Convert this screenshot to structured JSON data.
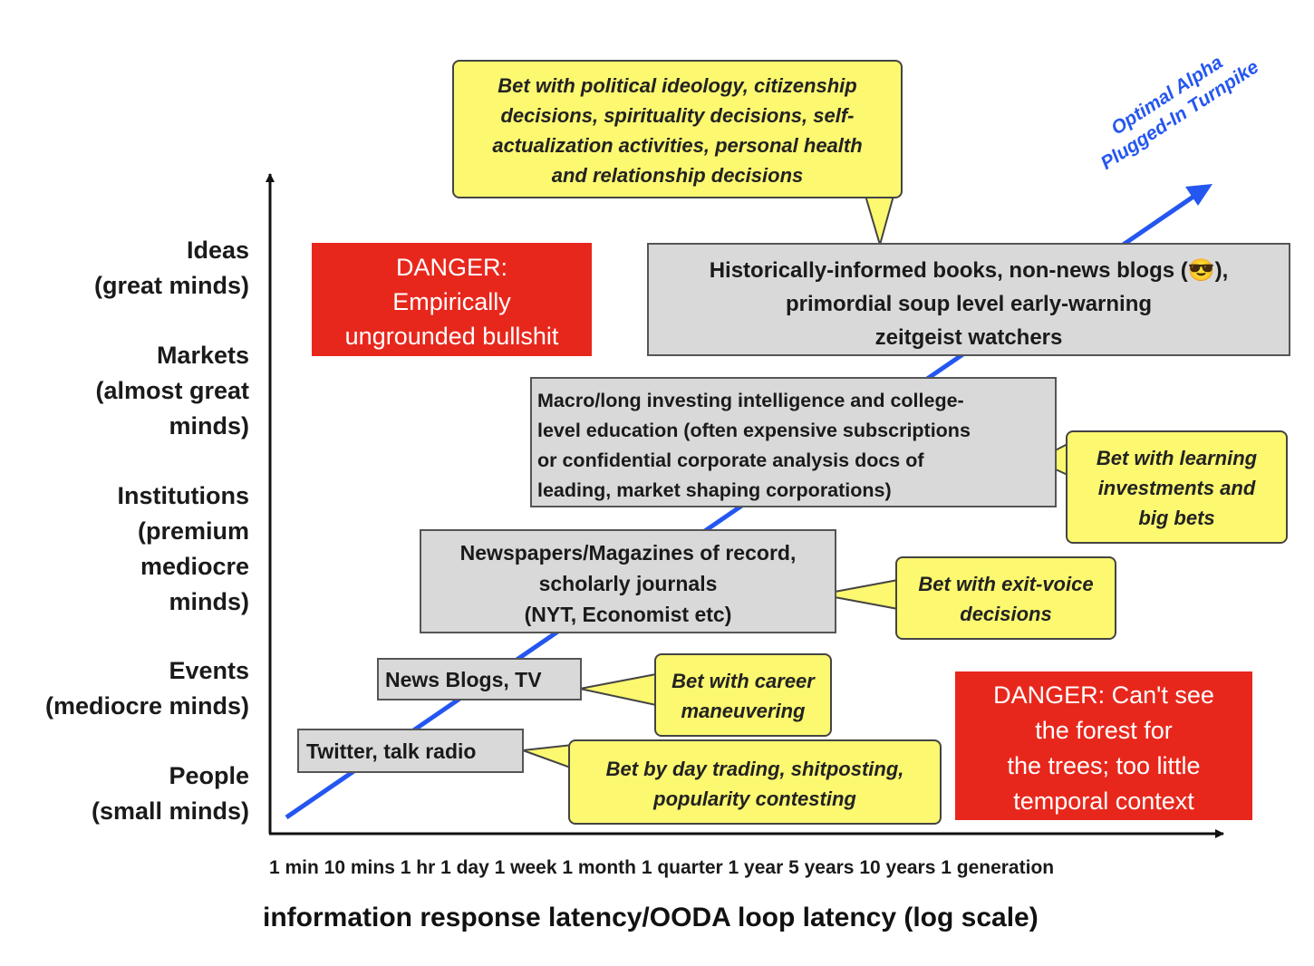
{
  "y_axis_levels": [
    {
      "label": "Ideas\n(great minds)"
    },
    {
      "label": "Markets\n(almost great\nminds)"
    },
    {
      "label": "Institutions\n(premium\nmediocre\nminds)"
    },
    {
      "label": "Events\n(mediocre minds)"
    },
    {
      "label": "People\n(small minds)"
    }
  ],
  "x_axis": {
    "ticks": "1 min 10 mins 1 hr 1 day 1 week 1 month 1 quarter 1 year 5 years 10 years 1 generation",
    "title": "information response latency/OODA loop latency (log scale)"
  },
  "sources": {
    "twitter": "Twitter, talk radio",
    "news_blogs": "News Blogs, TV",
    "newspapers": "Newspapers/Magazines of record,\nscholarly journals\n(NYT, Economist etc)",
    "macro": "Macro/long investing intelligence and college-\nlevel education (often expensive subscriptions\nor confidential corporate analysis docs of\nleading, market shaping corporations)",
    "historical": "Historically-informed books, non-news blogs (😎),\nprimordial soup level early-warning\nzeitgeist watchers"
  },
  "bets": {
    "day_trading": "Bet by day trading, shitposting,\npopularity contesting",
    "career": "Bet with career\nmaneuvering",
    "exit_voice": "Bet with exit-voice\ndecisions",
    "learning": "Bet with learning\ninvestments and\nbig bets",
    "ideology": "Bet with political ideology, citizenship\ndecisions, spirituality decisions, self-\nactualization activities, personal health\nand relationship decisions"
  },
  "dangers": {
    "top": "DANGER:\nEmpirically\nungrounded bullshit",
    "bottom": "DANGER: Can't see\nthe forest for\nthe trees; too little\ntemporal context"
  },
  "turnpike_label": "Optimal Alpha\nPlugged-In Turnpike",
  "colors": {
    "trend_line": "#2456f0",
    "source_box": "#d9d9d9",
    "bet_callout": "#fcf870",
    "danger_box": "#e8271c"
  }
}
